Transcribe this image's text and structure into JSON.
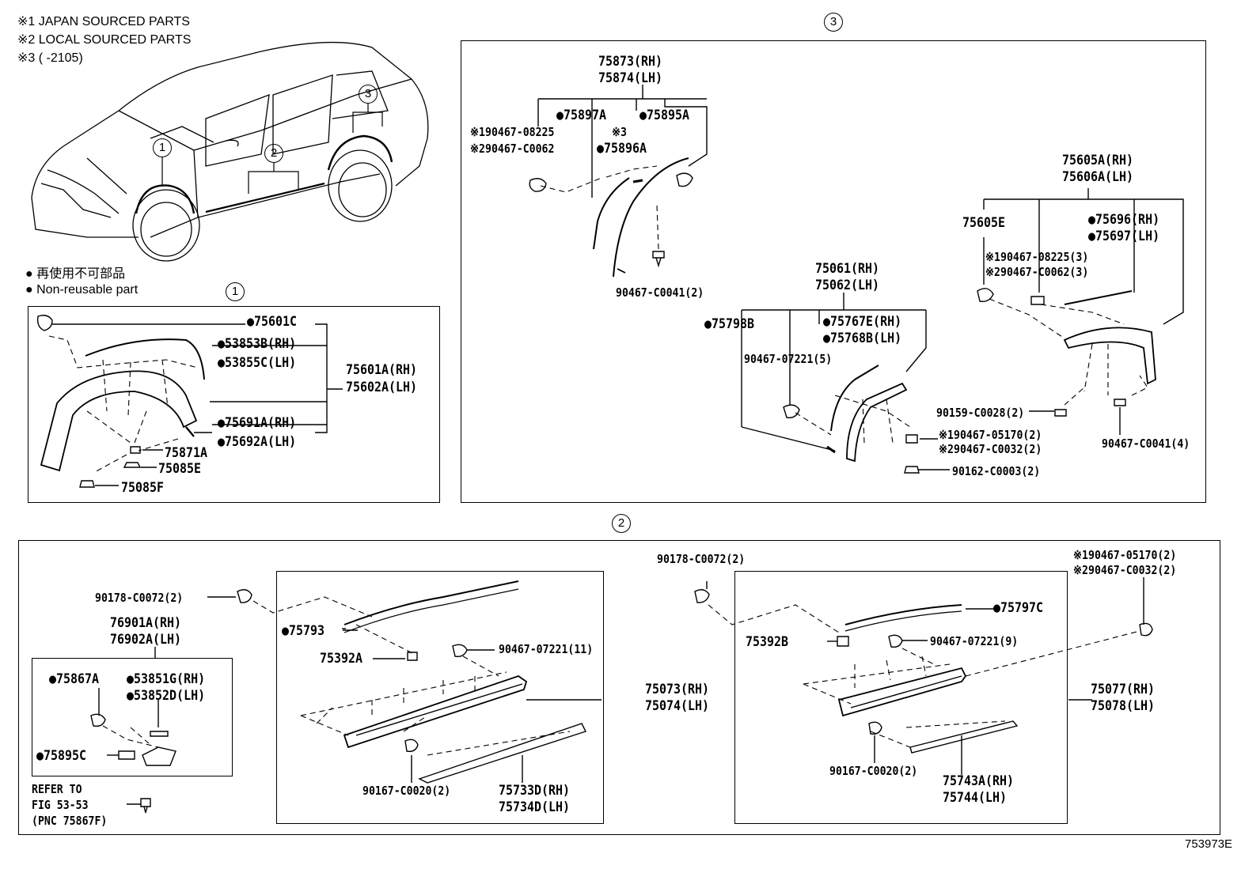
{
  "notes": {
    "n1": "※1 JAPAN SOURCED PARTS",
    "n2": "※2 LOCAL SOURCED PARTS",
    "n3": "※3 (      -2105)",
    "legend_jp": "再使用不可部品",
    "legend_en": "Non-reusable part"
  },
  "callouts": {
    "c1": "1",
    "c2": "2",
    "c3": "3"
  },
  "group1": {
    "p75601C": "75601C",
    "p53853B": "53853B(RH)",
    "p53855C": "53855C(LH)",
    "p75601A": "75601A(RH)",
    "p75602A": "75602A(LH)",
    "p75691A": "75691A(RH)",
    "p75692A": "75692A(LH)",
    "p75871A": "75871A",
    "p75085E": "75085E",
    "p75085F": "75085F"
  },
  "group3": {
    "p75873": "75873(RH)",
    "p75874": "75874(LH)",
    "p75897A": "75897A",
    "p75895A": "75895A",
    "p90467_08225": "※190467-08225",
    "p90467_C0062": "※290467-C0062",
    "p3mark": "※3",
    "p75896A": "75896A",
    "p90467_C0041_2": "90467-C0041(2)",
    "p75061": "75061(RH)",
    "p75062": "75062(LH)",
    "p75798B": "75798B",
    "p75767E": "75767E(RH)",
    "p75768B": "75768B(LH)",
    "p90467_07221_5": "90467-07221(5)",
    "p90467_05170_2": "※190467-05170(2)",
    "p90467_C0032_2": "※290467-C0032(2)",
    "p90162": "90162-C0003(2)",
    "p75605A": "75605A(RH)",
    "p75606A": "75606A(LH)",
    "p75605E": "75605E",
    "p75696": "75696(RH)",
    "p75697": "75697(LH)",
    "p90467_08225_3": "※190467-08225(3)",
    "p90467_C0062_3": "※290467-C0062(3)",
    "p90159": "90159-C0028(2)",
    "p90467_C0041_4": "90467-C0041(4)"
  },
  "group2": {
    "p90178a": "90178-C0072(2)",
    "p76901A": "76901A(RH)",
    "p76902A": "76902A(LH)",
    "p75867A": "75867A",
    "p53851G": "53851G(RH)",
    "p53852D": "53852D(LH)",
    "p75895C": "75895C",
    "refer1": "REFER TO",
    "refer2": "FIG 53-53",
    "refer3": "(PNC 75867F)",
    "p75793": "75793",
    "p75392A": "75392A",
    "p90467_07221_11": "90467-07221(11)",
    "p75073": "75073(RH)",
    "p75074": "75074(LH)",
    "p90167a": "90167-C0020(2)",
    "p75733D": "75733D(RH)",
    "p75734D": "75734D(LH)",
    "p90178b": "90178-C0072(2)",
    "p90467_05170_2b": "※190467-05170(2)",
    "p90467_C0032_2b": "※290467-C0032(2)",
    "p75797C": "75797C",
    "p75392B": "75392B",
    "p90467_07221_9": "90467-07221(9)",
    "p75077": "75077(RH)",
    "p75078": "75078(LH)",
    "p90167b": "90167-C0020(2)",
    "p75743A": "75743A(RH)",
    "p75744": "75744(LH)"
  },
  "figure_id": "753973E"
}
